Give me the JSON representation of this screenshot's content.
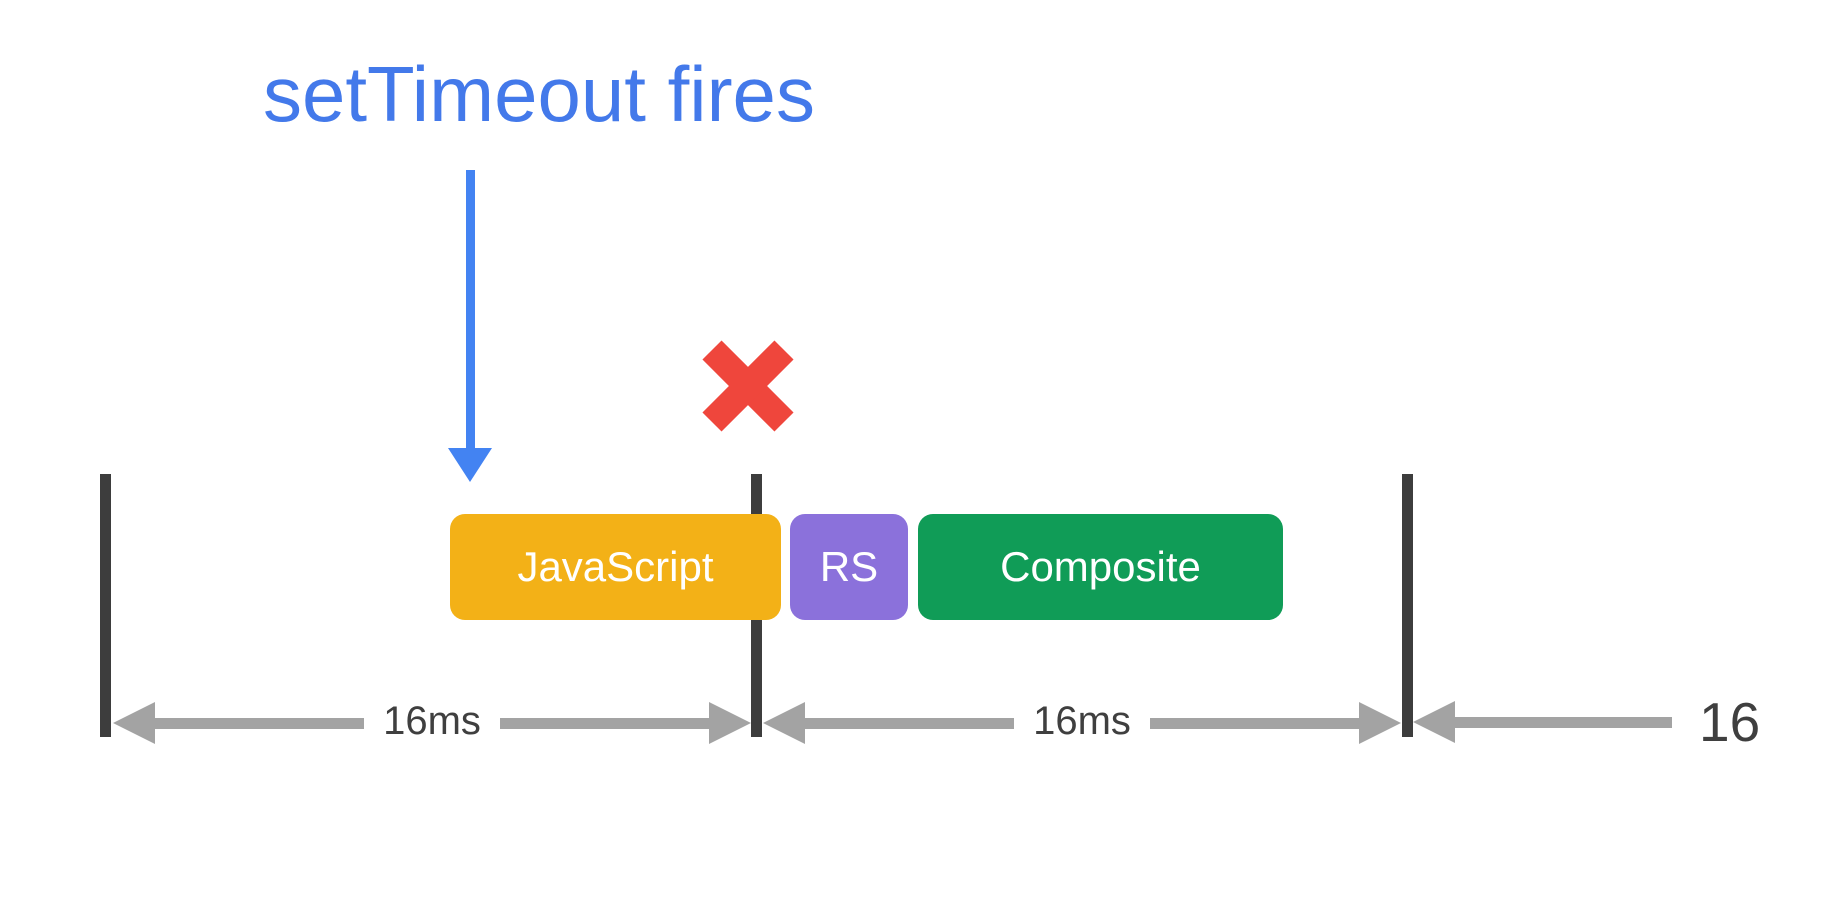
{
  "annotation": {
    "text": "setTimeout fires",
    "color": "#4379EA"
  },
  "icons": {
    "down_arrow_color": "#4383F2",
    "x_color": "#EF463C"
  },
  "frame": {
    "text_color": "#FFFFFF",
    "blocks": [
      {
        "label": "JavaScript",
        "color": "#F3B117"
      },
      {
        "label": "RS",
        "color": "#8B71DB"
      },
      {
        "label": "Composite",
        "color": "#109C57"
      }
    ]
  },
  "timeline": {
    "tick_color": "#3D3D3D",
    "arrow_color": "#A3A3A3",
    "label_color": "#3F3F3F",
    "intervals": [
      {
        "label": "16ms"
      },
      {
        "label": "16ms"
      },
      {
        "label": "16"
      }
    ]
  }
}
